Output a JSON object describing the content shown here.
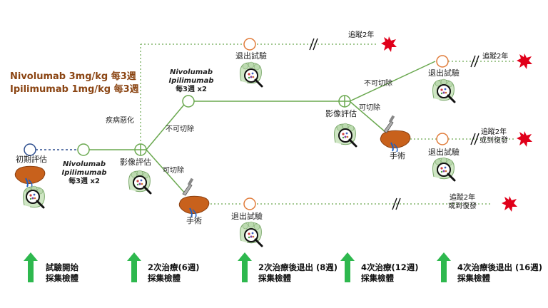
{
  "regimen": {
    "line1": "Nivolumab 3mg/kg 每3週",
    "line2": "Ipilimumab 1mg/kg 每3週"
  },
  "nodes": {
    "initial": "初期評估",
    "treatment1_line1": "Nivolumab",
    "treatment1_line2": "Ipilimumab",
    "treatment1_line3": "每3週 x2",
    "imaging1": "影像評估",
    "progression": "疾病惡化",
    "unresectable1": "不可切除",
    "resectable1": "可切除",
    "treatment2_line1": "Nivolumab",
    "treatment2_line2": "Ipilimumab",
    "treatment2_line3": "每3週 x2",
    "imaging2": "影像評估",
    "unresectable2": "不可切除",
    "resectable2": "可切除",
    "surgery1": "手術",
    "surgery2": "手術",
    "exit_top": "退出試驗",
    "exit_bottom": "退出試驗",
    "exit_r1": "退出試驗",
    "exit_r2": "退出試驗"
  },
  "followups": {
    "f1": "追蹤2年",
    "f2": "追蹤2年",
    "f3_line1": "追蹤2年",
    "f3_line2": "或到復發",
    "f4_line1": "追蹤2年",
    "f4_line2": "或到復發"
  },
  "timeline": [
    {
      "line1": "試驗開始",
      "line2": "採集檢體"
    },
    {
      "line1": "2次治療(6週)",
      "line2": "採集檢體"
    },
    {
      "line1": "2次治療後退出 (8週)",
      "line2": "採集檢體"
    },
    {
      "line1": "4次治療(12週)",
      "line2": "採集檢體"
    },
    {
      "line1": "4次治療後退出 (16週)",
      "line2": "採集檢體"
    }
  ],
  "colors": {
    "flow_green": "#6aa84f",
    "exit_orange": "#e07b39",
    "start_blue": "#2f4f8f",
    "arrow_green": "#2eb84e",
    "burst_red": "#e0001a",
    "regimen_brown": "#8B4513",
    "liver": "#c8611c"
  }
}
